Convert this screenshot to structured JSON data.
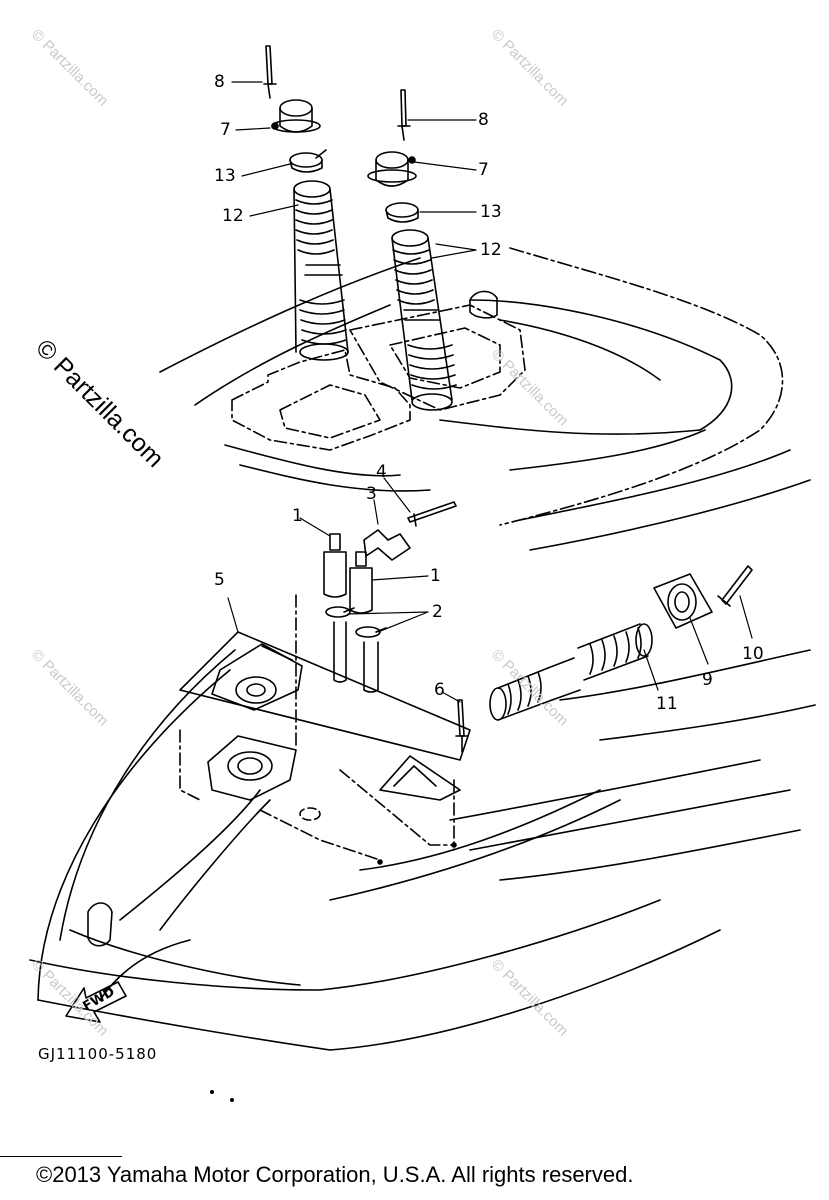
{
  "diagram": {
    "drawing_code": "GJ11100-5180",
    "direction_arrow": "FWD",
    "copyright": "©2013 Yamaha Motor Corporation, U.S.A. All rights reserved.",
    "watermark": "© Partzilla.com",
    "callouts": [
      "1",
      "1",
      "2",
      "3",
      "4",
      "5",
      "6",
      "7",
      "7",
      "8",
      "8",
      "9",
      "10",
      "11",
      "12",
      "12",
      "13",
      "13"
    ]
  }
}
